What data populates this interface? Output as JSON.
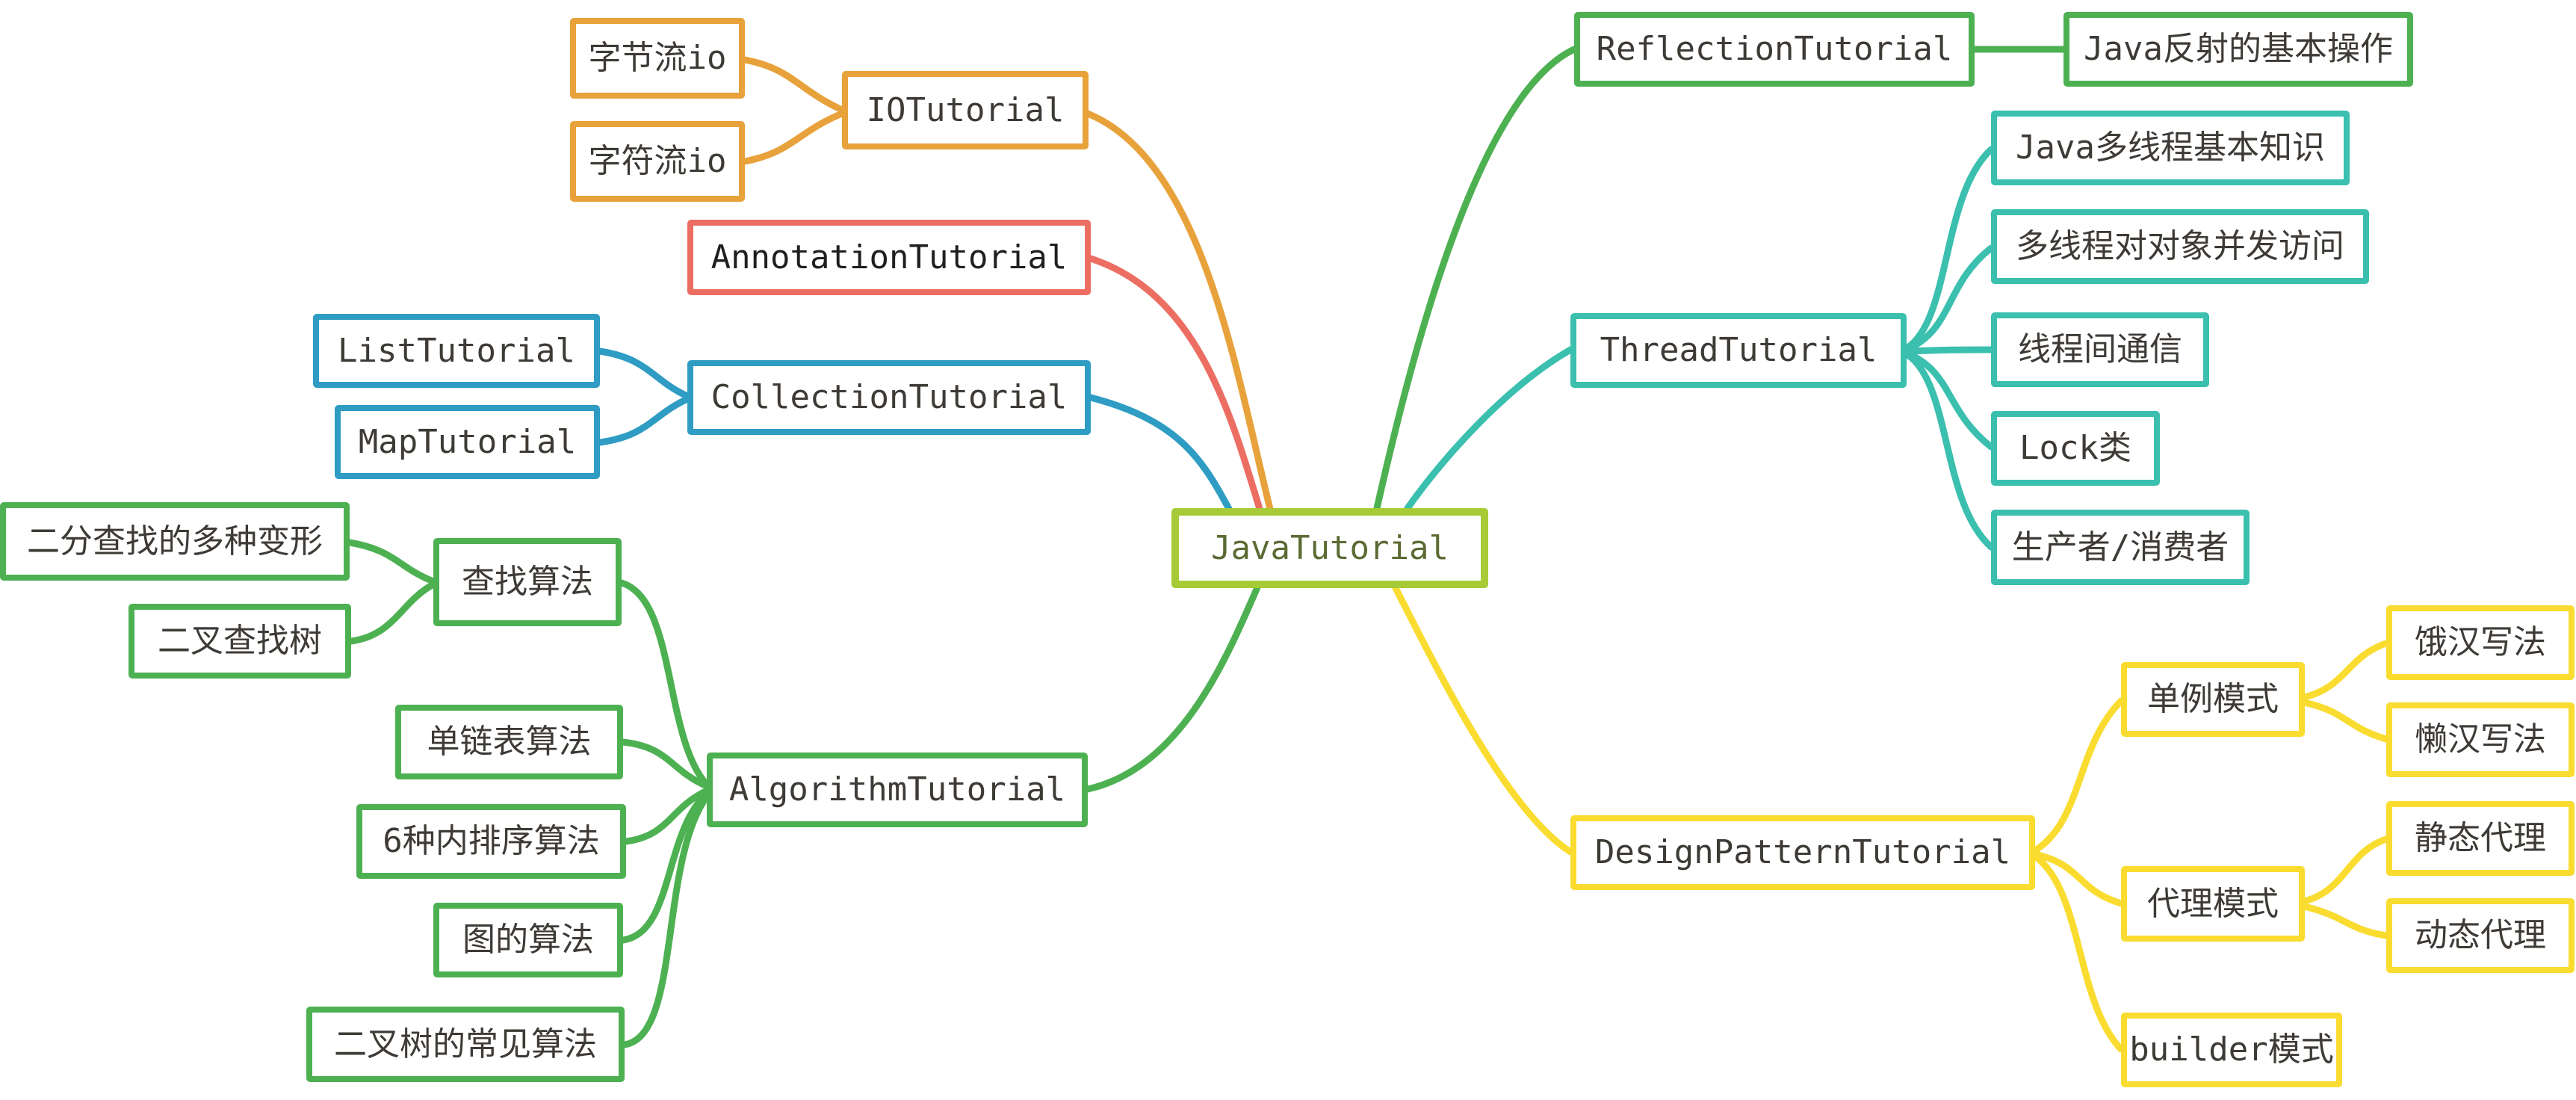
{
  "colors": {
    "root": "#A6CB36",
    "root_text": "#5C6B33",
    "io": "#E8A23B",
    "annotation": "#EC6E62",
    "annotation_text": "#1F1F1F",
    "collection": "#2E9CC3",
    "green": "#4DB152",
    "thread": "#3BBFAE",
    "design": "#F9DC2F",
    "node_text": "#3E3A36",
    "background": "#FFFFFF"
  },
  "root": {
    "label": "JavaTutorial"
  },
  "branches": [
    {
      "name": "io",
      "label": "IOTutorial",
      "children": [
        {
          "label": "字节流io"
        },
        {
          "label": "字符流io"
        }
      ]
    },
    {
      "name": "annotation",
      "label": "AnnotationTutorial",
      "children": []
    },
    {
      "name": "collection",
      "label": "CollectionTutorial",
      "children": [
        {
          "label": "ListTutorial"
        },
        {
          "label": "MapTutorial"
        }
      ]
    },
    {
      "name": "algorithm",
      "label": "AlgorithmTutorial",
      "children": [
        {
          "label": "查找算法",
          "children": [
            {
              "label": "二分查找的多种变形"
            },
            {
              "label": "二叉查找树"
            }
          ]
        },
        {
          "label": "单链表算法"
        },
        {
          "label": "6种内排序算法"
        },
        {
          "label": "图的算法"
        },
        {
          "label": "二叉树的常见算法"
        }
      ]
    },
    {
      "name": "reflection",
      "label": "ReflectionTutorial",
      "children": [
        {
          "label": "Java反射的基本操作"
        }
      ]
    },
    {
      "name": "thread",
      "label": "ThreadTutorial",
      "children": [
        {
          "label": "Java多线程基本知识"
        },
        {
          "label": "多线程对对象并发访问"
        },
        {
          "label": "线程间通信"
        },
        {
          "label": "Lock类"
        },
        {
          "label": "生产者/消费者"
        }
      ]
    },
    {
      "name": "design",
      "label": "DesignPatternTutorial",
      "children": [
        {
          "label": "单例模式",
          "children": [
            {
              "label": "饿汉写法"
            },
            {
              "label": "懒汉写法"
            }
          ]
        },
        {
          "label": "代理模式",
          "children": [
            {
              "label": "静态代理"
            },
            {
              "label": "动态代理"
            }
          ]
        },
        {
          "label": "builder模式"
        }
      ]
    }
  ]
}
